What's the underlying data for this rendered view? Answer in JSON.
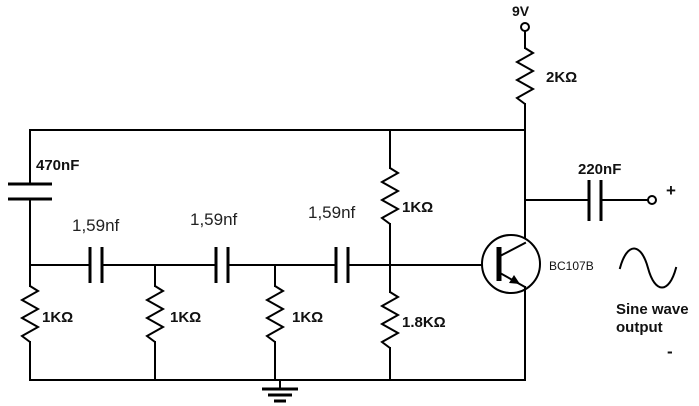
{
  "circuit": {
    "supply_voltage": "9V",
    "collector_resistor": "2KΩ",
    "input_capacitor": "470nF",
    "phase_capacitor_1": "1,59nf",
    "phase_capacitor_2": "1,59nf",
    "phase_capacitor_3": "1,59nf",
    "phase_resistor_1": "1KΩ",
    "phase_resistor_2": "1KΩ",
    "phase_resistor_3": "1KΩ",
    "bias_resistor_upper": "1KΩ",
    "bias_resistor_lower": "1.8KΩ",
    "output_capacitor": "220nF",
    "transistor_part": "BC107B",
    "output_label_line1": "Sine wave",
    "output_label_line2": "output",
    "output_plus": "+",
    "output_minus": "-"
  }
}
